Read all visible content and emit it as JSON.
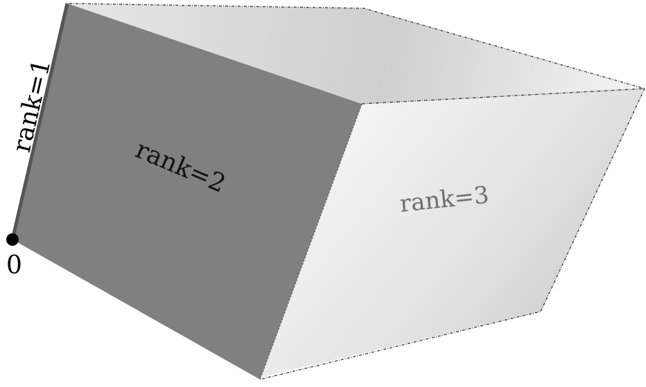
{
  "diagram": {
    "labels": {
      "origin": "0",
      "rank1": "rank=1",
      "rank2": "rank=2",
      "rank3": "rank=3"
    },
    "colors": {
      "rank1_edge": "#555555",
      "rank2_face": "#808080",
      "rank3_face_light": "#f2f2f2",
      "rank3_face_mid": "#d9d9d9",
      "rank3_face_dark": "#c4c4c4",
      "rank3_label": "#6e6e6e",
      "rank2_label": "#111111",
      "dashed_edges": "#333333",
      "origin_point": "#000000"
    }
  }
}
